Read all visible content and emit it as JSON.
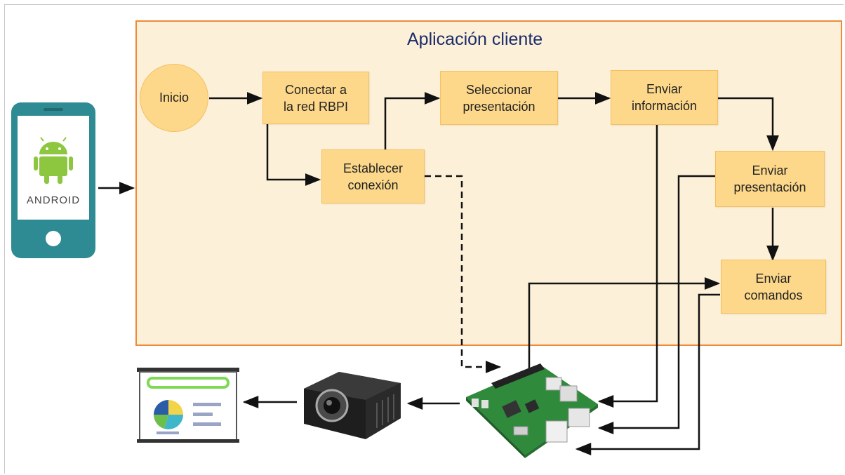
{
  "app": {
    "title": "Aplicación cliente"
  },
  "nodes": {
    "start": "Inicio",
    "connect": "Conectar a\nla red RBPI",
    "establish": "Establecer\nconexión",
    "select": "Seleccionar\npresentación",
    "send_info": "Enviar\ninformación",
    "send_presentation": "Enviar\npresentación",
    "send_commands": "Enviar\ncomandos"
  },
  "phone": {
    "brand_text": "ANDROID"
  },
  "colors": {
    "region_fill": "#fdf0d8",
    "region_border": "#ee8a3a",
    "box_fill": "#fdd88a",
    "title_color": "#1a2d6b",
    "phone_body": "#2e8b93",
    "android_green": "#8dc63f",
    "board_green": "#2f8a3c"
  },
  "icons": [
    "android-phone-icon",
    "raspberry-pi-board-icon",
    "projector-icon",
    "projection-screen-icon"
  ]
}
